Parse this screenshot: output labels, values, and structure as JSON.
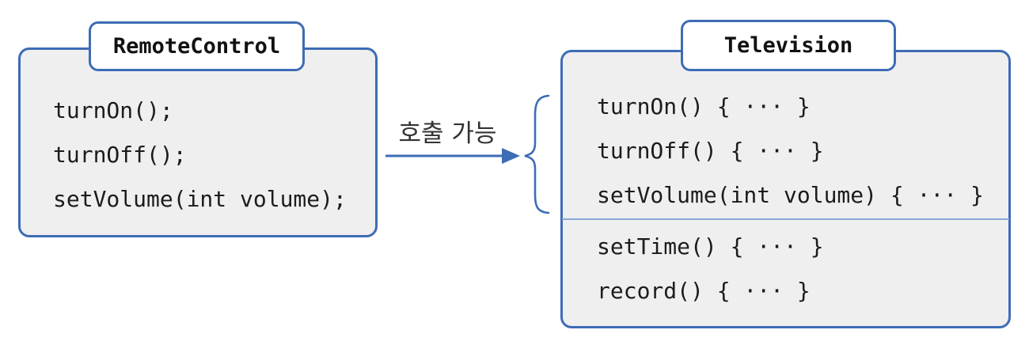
{
  "diagram": {
    "left_class": {
      "title": "RemoteControl",
      "methods": [
        "turnOn();",
        "turnOff();",
        "setVolume(int volume);"
      ]
    },
    "relation": {
      "label": "호출 가능"
    },
    "right_class": {
      "title": "Television",
      "callable_methods": [
        "turnOn() { ··· }",
        "turnOff() { ··· }",
        "setVolume(int volume) { ··· }"
      ],
      "internal_methods": [
        "setTime() { ··· }",
        "record() { ··· }"
      ]
    },
    "colors": {
      "border_blue": "#3e6cb5",
      "box_fill": "#efefef",
      "divider_blue": "#8ba6d6",
      "method_text": "#1c1c1c",
      "label_text": "#333333"
    }
  }
}
